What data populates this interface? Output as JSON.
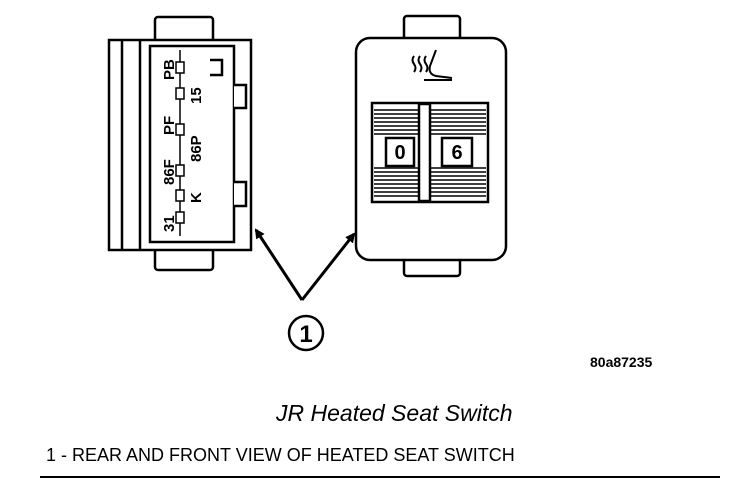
{
  "rear_view": {
    "pins_left": [
      "31",
      "86F",
      "PF",
      "PB"
    ],
    "pins_right": [
      "K",
      "86P",
      "15"
    ]
  },
  "front_view": {
    "heater_icon": "heated-seat-icon",
    "knob_left_value": "0",
    "knob_right_value": "6"
  },
  "callout": {
    "number": "1"
  },
  "figure_id": "80a87235",
  "figure_title": "JR Heated Seat Switch",
  "legend": {
    "item_1": "1 - REAR AND FRONT VIEW OF HEATED SEAT SWITCH"
  }
}
